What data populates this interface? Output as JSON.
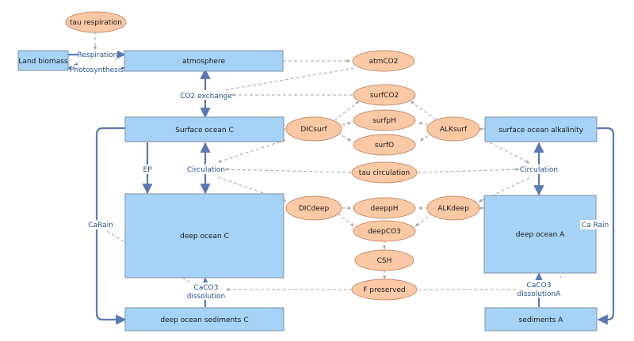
{
  "stocks": {
    "land_biomass": "Land biomass",
    "atmosphere": "atmosphere",
    "surface_ocean_c": "Surface ocean C",
    "surface_ocean_alkalinity": "surface ocean alkalinity",
    "deep_ocean_c": "deep ocean C",
    "deep_ocean_a": "deep ocean A",
    "deep_ocean_sediments_c": "deep ocean sediments C",
    "sediments_a": "sediments A"
  },
  "variables": {
    "tau_respiration": "tau respiration",
    "atm_co2": "atmCO2",
    "surf_co2": "surfCO2",
    "surf_ph": "surfpH",
    "surf_o": "surfO",
    "dic_surf": "DICsurf",
    "alk_surf": "ALKsurf",
    "tau_circulation": "tau circulation",
    "dic_deep": "DICdeep",
    "deep_ph": "deeppH",
    "alk_deep": "ALKdeep",
    "deep_co3": "deepCO3",
    "csh": "CSH",
    "f_preserved": "F preserved"
  },
  "flows": {
    "respiration": "Respiration",
    "photosynthesis": "Photosynthesis",
    "co2_exchange": "CO2 exchange",
    "ep": "EP",
    "circulation_left": "Circulation",
    "circulation_right": "Circulation",
    "ca_rain_left": "CaRain",
    "ca_rain_right": "Ca Rain",
    "caco3_dissolution_line1": "CaCO3",
    "caco3_dissolution_line2": "dissolution",
    "caco3_dissolution_a_line1": "CaCO3",
    "caco3_dissolution_a_line2": "dissolutionA"
  },
  "colors": {
    "stock_fill": "#a6d2f5",
    "variable_fill": "#fbc9a6",
    "flow": "#5a78b4",
    "link": "#a6a6a6"
  }
}
